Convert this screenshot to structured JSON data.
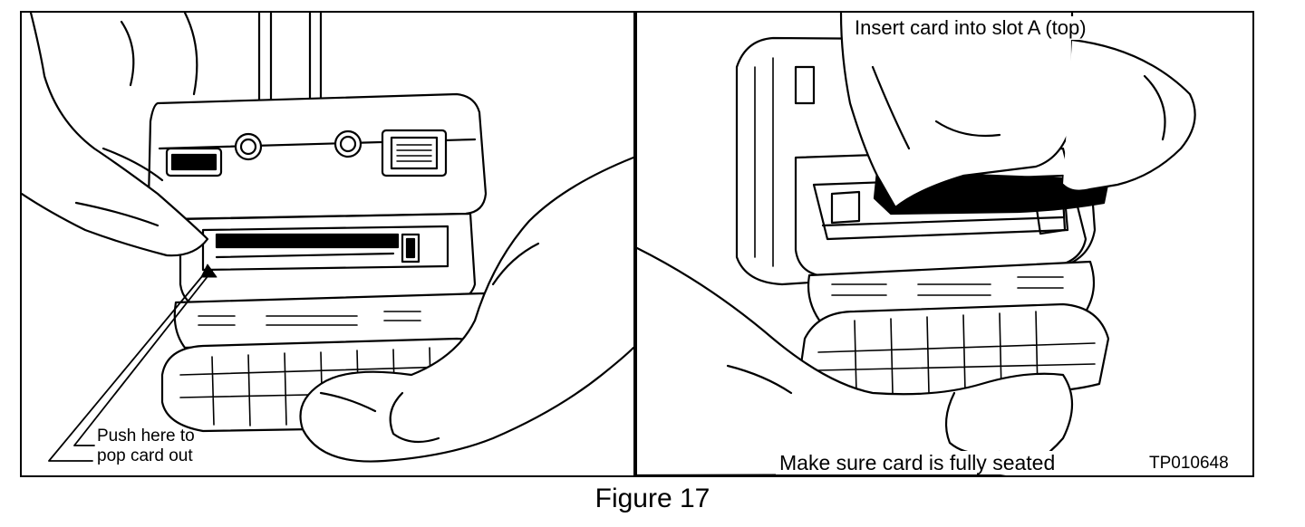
{
  "figure": {
    "caption": "Figure 17"
  },
  "left_panel": {
    "callout": {
      "line1": "Push here to",
      "line2": "pop card out"
    }
  },
  "right_panel": {
    "top_label": "Insert card into slot A (top)",
    "bottom_label": "Make sure card is fully seated",
    "reference_code": "TP010648"
  }
}
